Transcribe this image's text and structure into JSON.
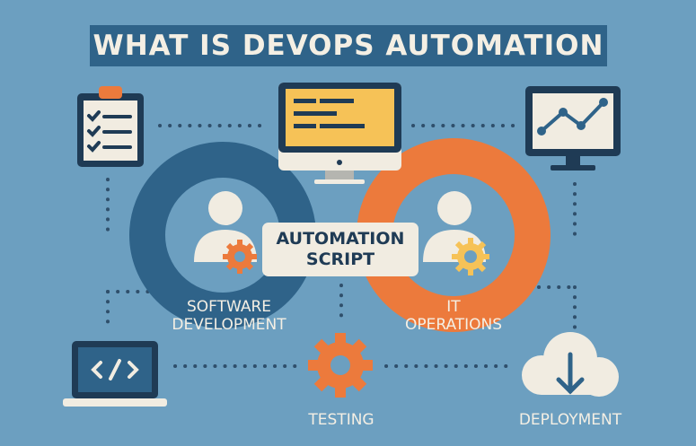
{
  "title": "WHAT IS DEVOPS AUTOMATION",
  "center": {
    "line1": "AUTOMATION",
    "line2": "SCRIPT"
  },
  "labels": {
    "software_line1": "SOFTWARE",
    "software_line2": "DEVELOPMENT",
    "it_line1": "IT",
    "it_line2": "OPERATIONS",
    "testing": "TESTING",
    "deployment": "DEPLOYMENT"
  },
  "icons": [
    "clipboard-checklist-icon",
    "code-monitor-icon",
    "chart-monitor-icon",
    "person-gear-icon",
    "laptop-code-icon",
    "gear-icon",
    "cloud-download-icon"
  ],
  "colors": {
    "background": "#6c9fc0",
    "dark_blue": "#2f6389",
    "orange": "#ec7a3c",
    "cream": "#f1ece1",
    "yellow": "#f6c257",
    "navy": "#1f3b55"
  }
}
